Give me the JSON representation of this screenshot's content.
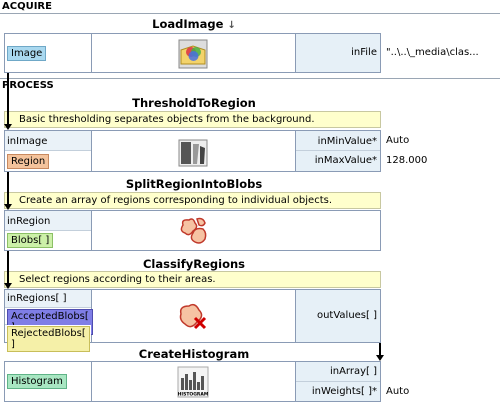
{
  "sections": {
    "acquire": "ACQUIRE",
    "process": "PROCESS"
  },
  "filters": [
    {
      "title": "LoadImage",
      "title_marker": "↓",
      "inputs": [],
      "outputs": [
        "Image"
      ],
      "params": [
        "inFile"
      ],
      "values": [
        "\"..\\..\\_media\\clas..."
      ]
    },
    {
      "title": "ThresholdToRegion",
      "comment": "Basic thresholding separates objects from the background.",
      "inputs": [
        "inImage"
      ],
      "outputs": [
        "Region"
      ],
      "params": [
        "inMinValue*",
        "inMaxValue*"
      ],
      "values": [
        "Auto",
        "128.000"
      ]
    },
    {
      "title": "SplitRegionIntoBlobs",
      "comment": "Create an array of regions corresponding to individual objects.",
      "inputs": [
        "inRegion"
      ],
      "outputs": [
        "Blobs[ ]"
      ],
      "params": [],
      "values": []
    },
    {
      "title": "ClassifyRegions",
      "comment": "Select regions according to their areas.",
      "inputs": [
        "inRegions[ ]"
      ],
      "outputs": [
        "AcceptedBlobs[ ]",
        "RejectedBlobs[ ]"
      ],
      "params": [
        "outValues[ ]"
      ],
      "values": []
    },
    {
      "title": "CreateHistogram",
      "inputs": [],
      "outputs": [
        "Histogram"
      ],
      "params": [
        "inArray[ ]",
        "inWeights[ ]*"
      ],
      "values": [
        "Auto"
      ],
      "icon_text": "HISTOGRAM"
    }
  ],
  "colors": {
    "image_tag": "#a9d8ef",
    "region_tag": "#f4c39c",
    "blobs_tag": "#ccf0a8",
    "accepted_tag": "#7f7ee6",
    "rejected_tag": "#f5f0a8",
    "histogram_tag": "#a8e6c2",
    "comment_bg": "#ffffcc"
  }
}
